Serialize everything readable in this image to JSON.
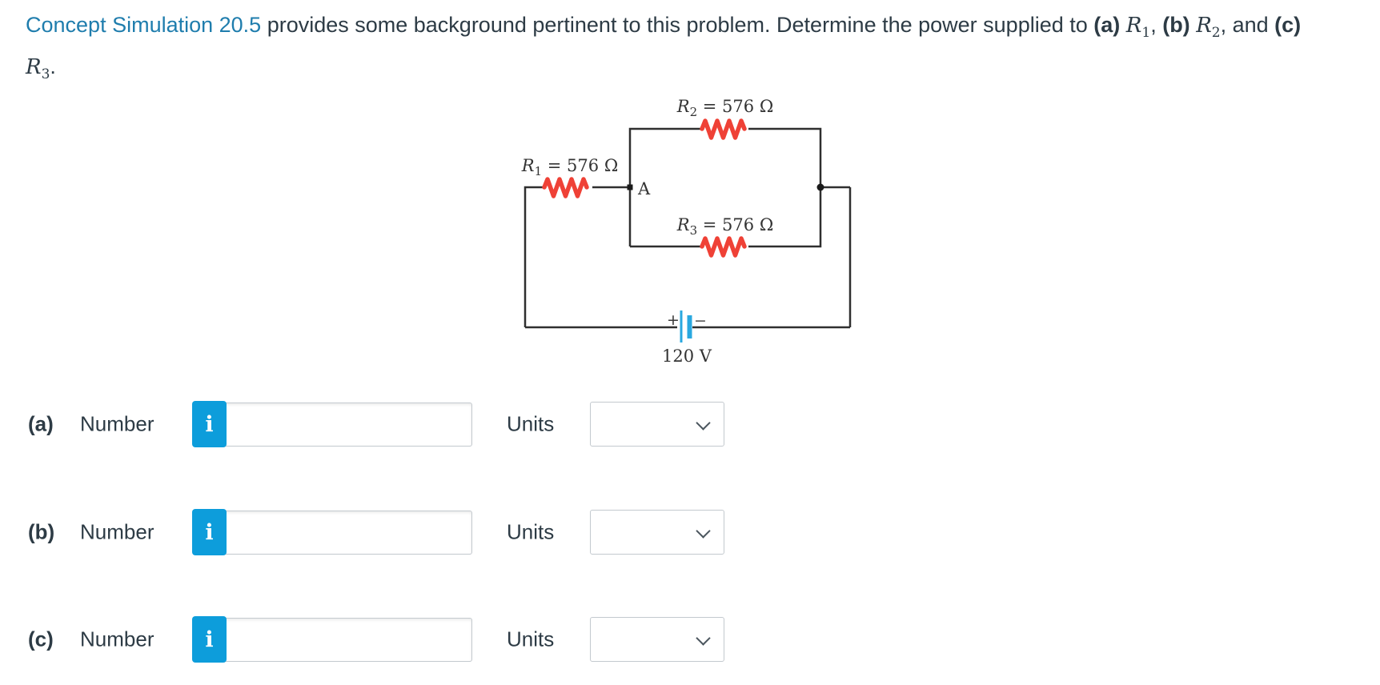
{
  "problem": {
    "link_text": "Concept Simulation 20.5",
    "segment_after_link": " provides some background pertinent to this problem. Determine the power supplied to ",
    "part_a": "(a)",
    "part_b": "(b)",
    "part_c": "(c)",
    "resistor_symbol": "R",
    "sub_1": "1",
    "sub_2": "2",
    "sub_3": "3",
    "sep_1": ", ",
    "sep_2": ", and ",
    "period": ".",
    "sp": " ",
    "colors": {
      "link": "#1f7dad",
      "text": "#2d3b45"
    }
  },
  "circuit": {
    "r1_label": {
      "symbol": "R",
      "sub": "1",
      "value": " = 576 Ω"
    },
    "r2_label": {
      "symbol": "R",
      "sub": "2",
      "value": " = 576 Ω"
    },
    "r3_label": {
      "symbol": "R",
      "sub": "3",
      "value": " = 576 Ω"
    },
    "node_label": "A",
    "battery": {
      "plus": "+",
      "minus": "−",
      "voltage": "120 V"
    },
    "colors": {
      "wire": "#2f2f2f",
      "resistor": "#ef4136",
      "battery": "#29a8e0",
      "label": "#333333"
    }
  },
  "answers": {
    "number_label": "Number",
    "units_label": "Units",
    "info_button": "i",
    "rows": [
      {
        "part": "(a)",
        "value": "",
        "units_value": ""
      },
      {
        "part": "(b)",
        "value": "",
        "units_value": ""
      },
      {
        "part": "(c)",
        "value": "",
        "units_value": ""
      }
    ],
    "colors": {
      "info_button_bg": "#0d9ddb"
    }
  }
}
